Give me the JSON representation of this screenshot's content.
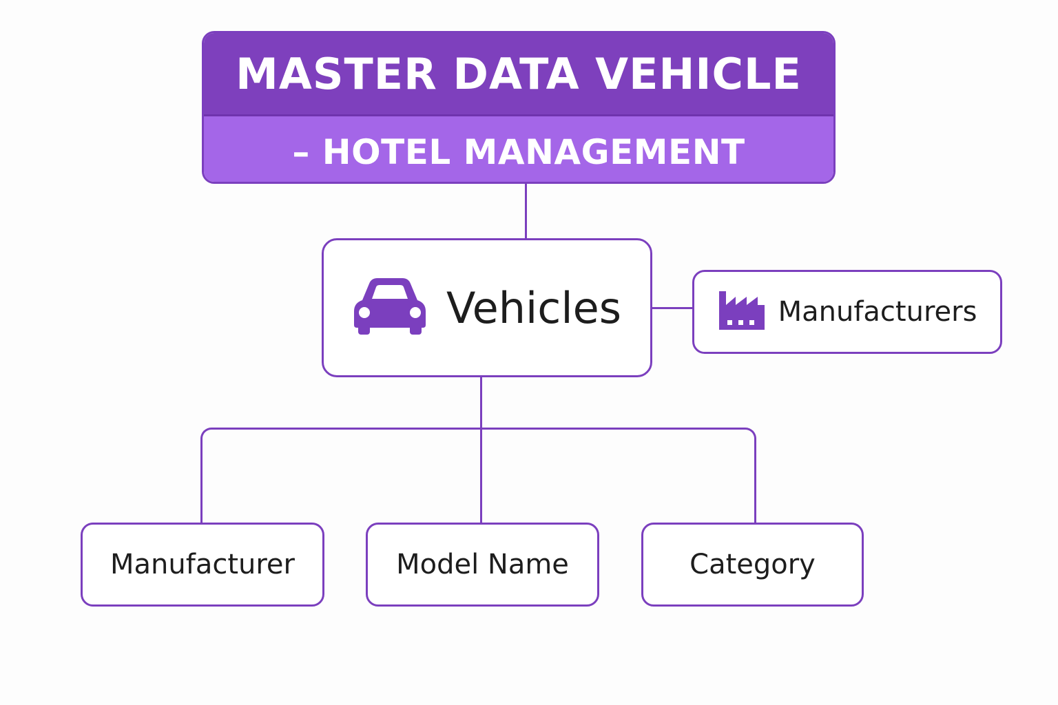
{
  "diagram": {
    "title": "MASTER DATA VEHICLE",
    "subtitle": "– HOTEL MANAGEMENT",
    "central_node": {
      "label": "Vehicles",
      "icon": "car-icon"
    },
    "side_node": {
      "label": "Manufacturers",
      "icon": "factory-icon"
    },
    "child_nodes": [
      {
        "label": "Manufacturer"
      },
      {
        "label": "Model Name"
      },
      {
        "label": "Category"
      }
    ],
    "colors": {
      "accent": "#7b3fbe",
      "title_top": "#7e40bd",
      "title_bottom": "#a466e8",
      "text": "#1d1d1d"
    }
  }
}
